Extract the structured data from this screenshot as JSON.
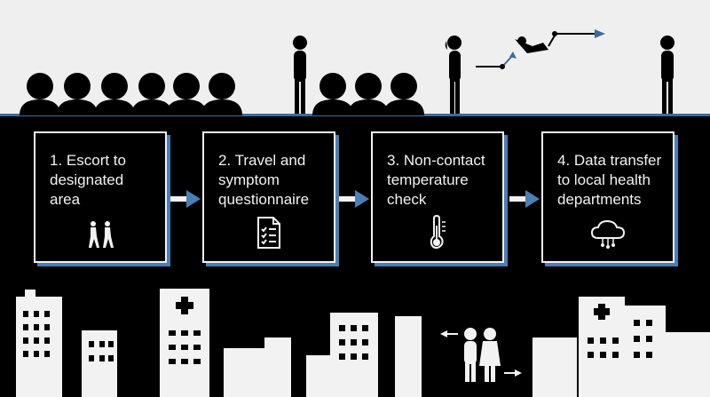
{
  "steps": [
    {
      "label": "1. Escort to\ndesignated\narea",
      "icon": "walking-people-icon"
    },
    {
      "label": "2. Travel and\nsymptom\nquestionnaire",
      "icon": "checklist-document-icon"
    },
    {
      "label": "3. Non-contact\ntemperature\ncheck",
      "icon": "thermometer-icon"
    },
    {
      "label": "4. Data transfer\nto local health\ndepartments",
      "icon": "cloud-network-icon"
    }
  ],
  "colors": {
    "accent": "#3d6b99",
    "arrow": "#4a7fb5",
    "light": "#efefef",
    "dark": "#000000"
  }
}
